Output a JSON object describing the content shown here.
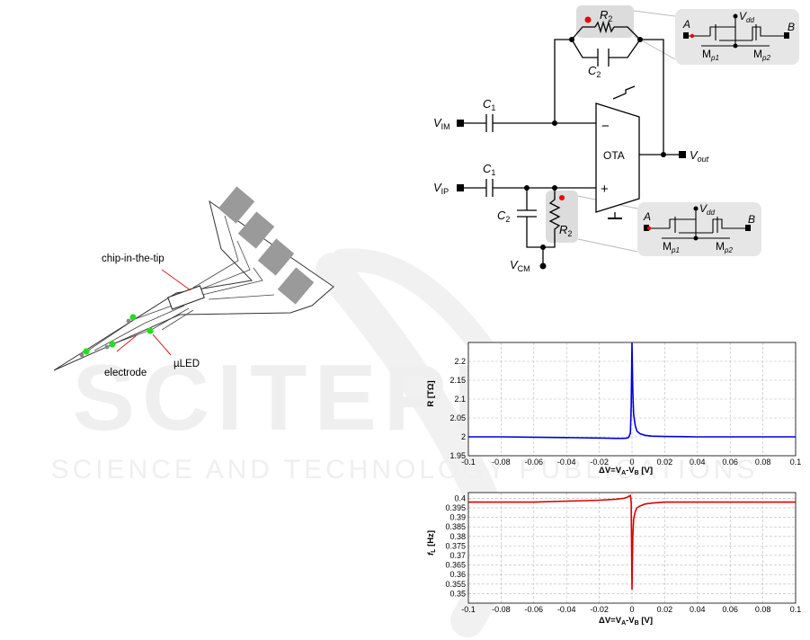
{
  "probe": {
    "label_chip": "chip-in-the-tip",
    "label_electrode": "electrode",
    "label_uled": "µLED"
  },
  "circuit": {
    "vim": "V",
    "vim_sub": "IM",
    "vip": "V",
    "vip_sub": "IP",
    "vcm": "V",
    "vcm_sub": "CM",
    "vout": "V",
    "vout_sub": "out",
    "c1": "C",
    "c1_sub": "1",
    "c2": "C",
    "c2_sub": "2",
    "r2": "R",
    "r2_sub": "2",
    "ota": "OTA",
    "minus": "−",
    "plus": "+",
    "inset": {
      "a": "A",
      "b": "B",
      "vdd": "V",
      "vdd_sub": "dd",
      "mp1": "M",
      "mp1_sub": "p1",
      "mp2": "M",
      "mp2_sub": "p2"
    }
  },
  "watermark": {
    "line1": "SCITEPRESS",
    "line2": "SCIENCE AND TECHNOLOGY PUBLICATIONS"
  },
  "chart_data": [
    {
      "type": "line",
      "ylabel": "R  [TΩ]",
      "xlabel": "ΔV=V",
      "xlabel_a": "A",
      "xlabel_b": "B",
      "xlabel_rest": "-V",
      "xlabel_unit": " [V]",
      "xlim": [
        -0.1,
        0.1
      ],
      "ylim": [
        1.95,
        2.25
      ],
      "xticks": [
        "-0.1",
        "-0.08",
        "-0.06",
        "-0.04",
        "-0.02",
        "0",
        "0.02",
        "0.04",
        "0.06",
        "0.08",
        "0.1"
      ],
      "yticks": [
        "1.95",
        "2",
        "2.05",
        "2.1",
        "2.15",
        "2.2"
      ],
      "grid": true,
      "color": "#0000dd",
      "series": [
        {
          "x": [
            -0.1,
            -0.08,
            -0.06,
            -0.04,
            -0.02,
            -0.01,
            -0.005,
            -0.003,
            -0.002,
            -0.001,
            -0.0005,
            0,
            0.0005,
            0.001,
            0.002,
            0.003,
            0.005,
            0.008,
            0.012,
            0.02,
            0.04,
            0.06,
            0.08,
            0.1
          ],
          "y": [
            2.0,
            2.0,
            1.999,
            1.998,
            1.997,
            1.996,
            1.996,
            1.997,
            1.999,
            2.01,
            2.08,
            2.26,
            2.12,
            2.06,
            2.03,
            2.015,
            2.008,
            2.004,
            2.002,
            2.001,
            2.0,
            2.0,
            2.0,
            2.0
          ]
        }
      ]
    },
    {
      "type": "line",
      "ylabel": "f",
      "ylabel_sub": "L",
      "ylabel_unit": " [Hz]",
      "xlabel": "ΔV=V",
      "xlabel_a": "A",
      "xlabel_b": "B",
      "xlabel_rest": "-V",
      "xlabel_unit": " [V]",
      "xlim": [
        -0.1,
        0.1
      ],
      "ylim": [
        0.345,
        0.403
      ],
      "xticks": [
        "-0.1",
        "-0.08",
        "-0.06",
        "-0.04",
        "-0.02",
        "0",
        "0.02",
        "0.04",
        "0.06",
        "0.08",
        "0.1"
      ],
      "yticks": [
        "0.35",
        "0.355",
        "0.36",
        "0.365",
        "0.37",
        "0.375",
        "0.38",
        "0.385",
        "0.39",
        "0.395",
        "0.4"
      ],
      "grid": true,
      "color": "#dd0000",
      "series": [
        {
          "x": [
            -0.1,
            -0.08,
            -0.06,
            -0.04,
            -0.02,
            -0.01,
            -0.005,
            -0.003,
            -0.002,
            -0.001,
            -0.0005,
            0,
            0.0005,
            0.001,
            0.002,
            0.003,
            0.005,
            0.008,
            0.012,
            0.02,
            0.04,
            0.06,
            0.08,
            0.1
          ],
          "y": [
            0.398,
            0.398,
            0.398,
            0.3985,
            0.399,
            0.3995,
            0.4,
            0.4005,
            0.401,
            0.4015,
            0.398,
            0.352,
            0.38,
            0.389,
            0.393,
            0.395,
            0.396,
            0.397,
            0.3975,
            0.398,
            0.398,
            0.398,
            0.398,
            0.398
          ]
        }
      ]
    }
  ]
}
